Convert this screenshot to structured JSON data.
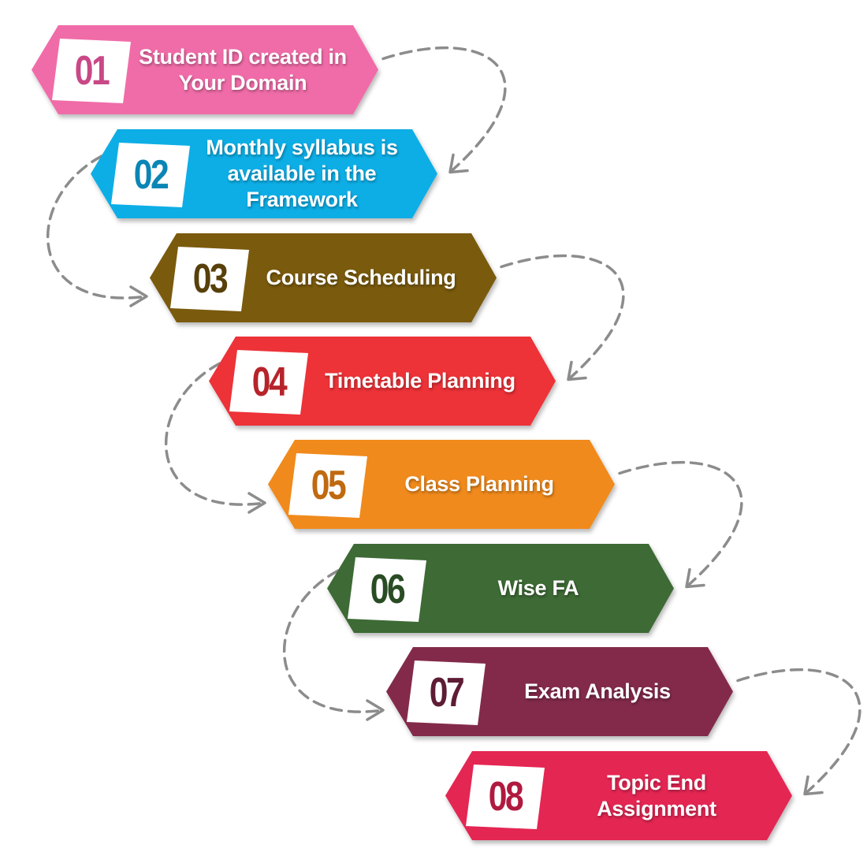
{
  "steps": [
    {
      "number": "01",
      "lines": [
        "Student ID created in",
        "Your Domain"
      ],
      "color": "#f06ca8",
      "dark": "#c94886"
    },
    {
      "number": "02",
      "lines": [
        "Monthly syllabus is",
        "available in the",
        "Framework"
      ],
      "color": "#10aee6",
      "dark": "#0a86b5"
    },
    {
      "number": "03",
      "lines": [
        "Course Scheduling"
      ],
      "color": "#7a5a0c",
      "dark": "#58400a"
    },
    {
      "number": "04",
      "lines": [
        "Timetable Planning"
      ],
      "color": "#ed3239",
      "dark": "#b7232a"
    },
    {
      "number": "05",
      "lines": [
        "Class Planning"
      ],
      "color": "#f08a1c",
      "dark": "#c06a10"
    },
    {
      "number": "06",
      "lines": [
        "Wise FA"
      ],
      "color": "#3e6b35",
      "dark": "#2a4c24"
    },
    {
      "number": "07",
      "lines": [
        "Exam Analysis"
      ],
      "color": "#83294b",
      "dark": "#5e1c35"
    },
    {
      "number": "08",
      "lines": [
        "Topic End",
        "Assignment"
      ],
      "color": "#e42552",
      "dark": "#b01a3f"
    }
  ],
  "connector_color": "#8c8c8c"
}
